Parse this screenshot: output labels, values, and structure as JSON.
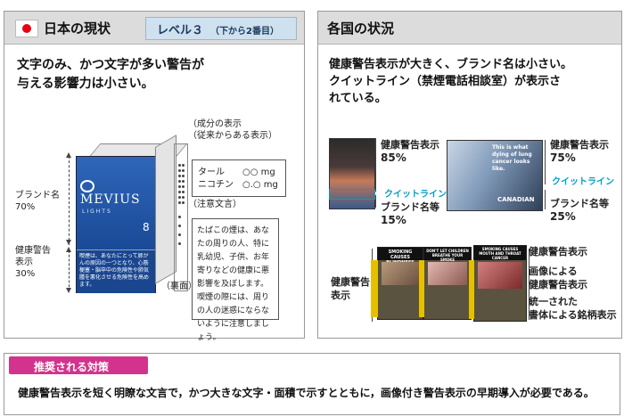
{
  "left_panel": {
    "title": "日本の現状",
    "flag_color": "#e60012",
    "level_main": "レベル３",
    "level_sub": "（下から2番目）",
    "lead_line1": "文字のみ、かつ文字が多い警告が",
    "lead_line2": "与える影響力は小さい。",
    "ingredient_label_line1": "（成分の表示",
    "ingredient_label_line2": "（従来からある表示）",
    "tar_label": "タール",
    "tar_value": "○○ mg",
    "nicotine_label": "ニコチン",
    "nicotine_value": "○.○ mg",
    "caution_label": "（注意文言）",
    "caution_text": "たばこの煙は、あなたの周りの人、特に乳幼児、子供、お年寄りなどの健康に悪影響を及ぼします。喫煙の際には、周りの人の迷惑にならないように注意しましょう。",
    "brand_label": "ブランド名",
    "brand_pct": "70%",
    "health_label_line1": "健康警告",
    "health_label_line2": "表示",
    "health_pct": "30%",
    "back_label": "（裏面）",
    "pack_brand": "MEVIUS",
    "pack_sub": "LIGHTS",
    "pack_warning": "喫煙は、あなたにとって肺がんの原因の一つとなり、心筋梗塞・脳卒中の危険性や肺気腫を悪化させる危険性を高めます。"
  },
  "right_panel": {
    "title": "各国の状況",
    "lead_line1": "健康警告表示が大きく、ブランド名は小さい。",
    "lead_line2": "クイットライン（禁煙電話相談室）が表示さ",
    "lead_line3": "れている。",
    "a_health_label": "健康警告表示",
    "a_health_pct": "85%",
    "a_quitline": "クイットライン",
    "a_brand_label": "ブランド名等",
    "a_brand_pct": "15%",
    "b_health_label": "健康警告表示",
    "b_health_pct": "75%",
    "b_quitline": "クイットライン",
    "b_brand_label": "ブランド名等",
    "b_brand_pct": "25%",
    "b_pack_text": "This is what dying of lung cancer looks like.",
    "b_pack_brand": "CANADIAN",
    "c_left_line1": "健康警告",
    "c_left_line2": "表示",
    "c_right_1": "健康警告表示",
    "c_right_2_line1": "画像による",
    "c_right_2_line2": "健康警告表示",
    "c_right_3_line1": "統一された",
    "c_right_3_line2": "書体による銘柄表示",
    "plain_pack_1": "SMOKING CAUSES BLINDNESS",
    "plain_pack_2": "DON'T LET CHILDREN BREATHE YOUR SMOKE",
    "plain_pack_3": "SMOKING CAUSES MOUTH AND THROAT CANCER"
  },
  "bottom": {
    "badge": "推奨される対策",
    "badge_color": "#d2338c",
    "text": "健康警告表示を短く明瞭な文言で，かつ大きな文字・面積で示すとともに，画像付き警告表示の早期導入が必要である。"
  }
}
